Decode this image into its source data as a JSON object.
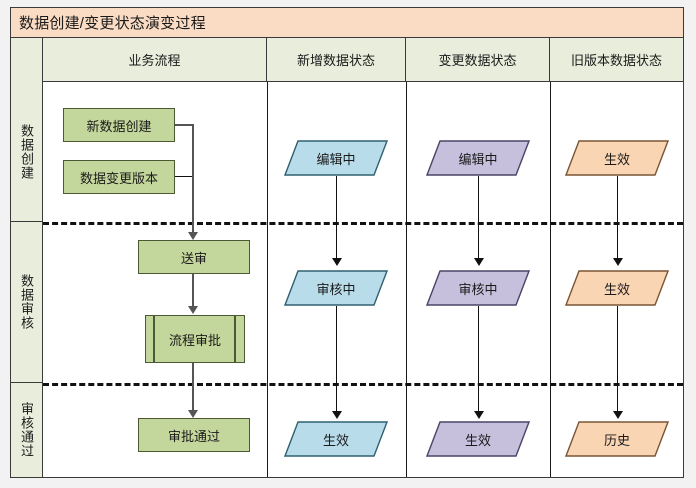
{
  "title": "数据创建/变更状态演变过程",
  "colors": {
    "title_band": "#fadcc4",
    "header_row": "#e9eedc",
    "process_green": "#c3d69b",
    "state_blue": "#b8dcea",
    "state_purple": "#c6c0dd",
    "state_orange": "#fad5b4",
    "border": "#3a3a3a"
  },
  "columns": [
    {
      "key": "process",
      "label": "业务流程"
    },
    {
      "key": "new_data",
      "label": "新增数据状态"
    },
    {
      "key": "changed",
      "label": "变更数据状态"
    },
    {
      "key": "old_ver",
      "label": "旧版本数据状态"
    }
  ],
  "lanes": [
    {
      "key": "create",
      "label": "数据创建"
    },
    {
      "key": "review",
      "label": "数据审核"
    },
    {
      "key": "passed",
      "label": "审核通过"
    }
  ],
  "process_nodes": [
    {
      "key": "new-data-create",
      "label": "新数据创建",
      "shape": "process"
    },
    {
      "key": "data-change-ver",
      "label": "数据变更版本",
      "shape": "process"
    },
    {
      "key": "submit-review",
      "label": "送审",
      "shape": "process"
    },
    {
      "key": "flow-approval",
      "label": "流程审批",
      "shape": "predefined-process"
    },
    {
      "key": "approval-passed",
      "label": "审批通过",
      "shape": "process"
    }
  ],
  "states": {
    "new_data": [
      {
        "lane": "create",
        "label": "编辑中",
        "color": "#b8dcea"
      },
      {
        "lane": "review",
        "label": "审核中",
        "color": "#b8dcea"
      },
      {
        "lane": "passed",
        "label": "生效",
        "color": "#b8dcea"
      }
    ],
    "changed": [
      {
        "lane": "create",
        "label": "编辑中",
        "color": "#c6c0dd"
      },
      {
        "lane": "review",
        "label": "审核中",
        "color": "#c6c0dd"
      },
      {
        "lane": "passed",
        "label": "生效",
        "color": "#c6c0dd"
      }
    ],
    "old_ver": [
      {
        "lane": "create",
        "label": "生效",
        "color": "#fad5b4"
      },
      {
        "lane": "review",
        "label": "生效",
        "color": "#fad5b4"
      },
      {
        "lane": "passed",
        "label": "历史",
        "color": "#fad5b4"
      }
    ]
  }
}
